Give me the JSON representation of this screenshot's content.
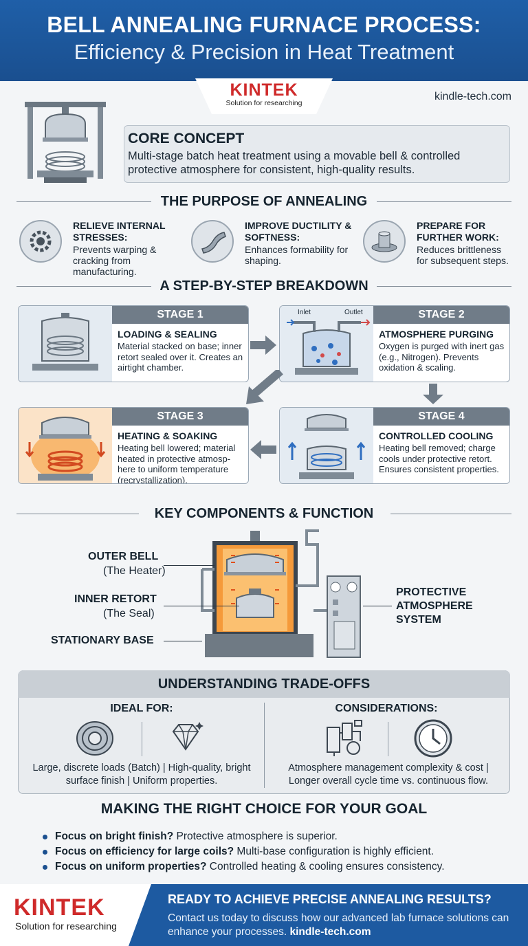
{
  "header": {
    "title_line1": "BELL ANNEALING FURNACE PROCESS:",
    "title_line2": "Efficiency & Precision in Heat Treatment"
  },
  "brand": {
    "name": "KINTEK",
    "tagline": "Solution for researching",
    "site": "kindle-tech.com"
  },
  "core": {
    "title": "CORE CONCEPT",
    "text": "Multi-stage batch heat treatment using a movable bell & controlled protective atmosphere for consistent, high-quality results."
  },
  "purpose": {
    "title": "THE PURPOSE OF ANNEALING",
    "items": [
      {
        "head": "RELIEVE INTERNAL STRESSES:",
        "body": "Prevents warping & cracking from manufacturing.",
        "icon": "gear-stress-icon"
      },
      {
        "head": "IMPROVE DUCTILITY & SOFTNESS:",
        "body": "Enhances formability for shaping.",
        "icon": "bent-bar-icon"
      },
      {
        "head": "PREPARE FOR FURTHER WORK:",
        "body": "Reduces brittleness for subsequent steps.",
        "icon": "flange-part-icon"
      }
    ]
  },
  "stages": {
    "title": "A STEP-BY-STEP BREAKDOWN",
    "items": [
      {
        "label": "STAGE 1",
        "title": "LOADING & SEALING",
        "body": "Material stacked on base; inner retort sealed over it. Creates an airtight chamber."
      },
      {
        "label": "STAGE 2",
        "title": "ATMOSPHERE PURGING",
        "body": "Oxygen is purged with inert gas (e.g., Nitrogen). Prevents oxidation & scaling.",
        "inlet": "Inlet",
        "outlet": "Outlet"
      },
      {
        "label": "STAGE 3",
        "title": "HEATING & SOAKING",
        "body": "Heating bell lowered; material heated in protective atmosp-here to uniform temperature (recrystallization)."
      },
      {
        "label": "STAGE 4",
        "title": "CONTROLLED COOLING",
        "body": "Heating bell removed; charge cools under protective retort. Ensures consistent properties."
      }
    ]
  },
  "components": {
    "title": "KEY COMPONENTS & FUNCTION",
    "outer_bell": "OUTER BELL",
    "outer_bell_sub": "(The Heater)",
    "inner_retort": "INNER RETORT",
    "inner_retort_sub": "(The Seal)",
    "base": "STATIONARY BASE",
    "atmosphere_1": "PROTECTIVE",
    "atmosphere_2": "ATMOSPHERE",
    "atmosphere_3": "SYSTEM"
  },
  "tradeoffs": {
    "title": "UNDERSTANDING TRADE-OFFS",
    "ideal_title": "IDEAL FOR:",
    "ideal_text": "Large, discrete loads (Batch) | High-quality, bright surface finish | Uniform properties.",
    "cons_title": "CONSIDERATIONS:",
    "cons_text": "Atmosphere management complexity & cost | Longer overall cycle time vs. continuous flow."
  },
  "choice": {
    "title": "MAKING THE RIGHT CHOICE FOR YOUR GOAL",
    "items": [
      {
        "bold": "Focus on bright finish?",
        "rest": " Protective atmosphere is superior."
      },
      {
        "bold": "Focus on efficiency for large coils?",
        "rest": " Multi-base configuration is highly efficient."
      },
      {
        "bold": "Focus on uniform properties?",
        "rest": " Controlled heating & cooling ensures consistency."
      }
    ]
  },
  "footer": {
    "title": "READY TO ACHIEVE PRECISE ANNEALING RESULTS?",
    "text": "Contact us today to discuss how our advanced lab furnace solutions can enhance your processes.",
    "link": "kindle-tech.com"
  },
  "colors": {
    "brand_blue": "#1d5aa1",
    "brand_red": "#cf2a2a",
    "band_gray": "#707c88",
    "heat_orange": "#f59a3a"
  }
}
